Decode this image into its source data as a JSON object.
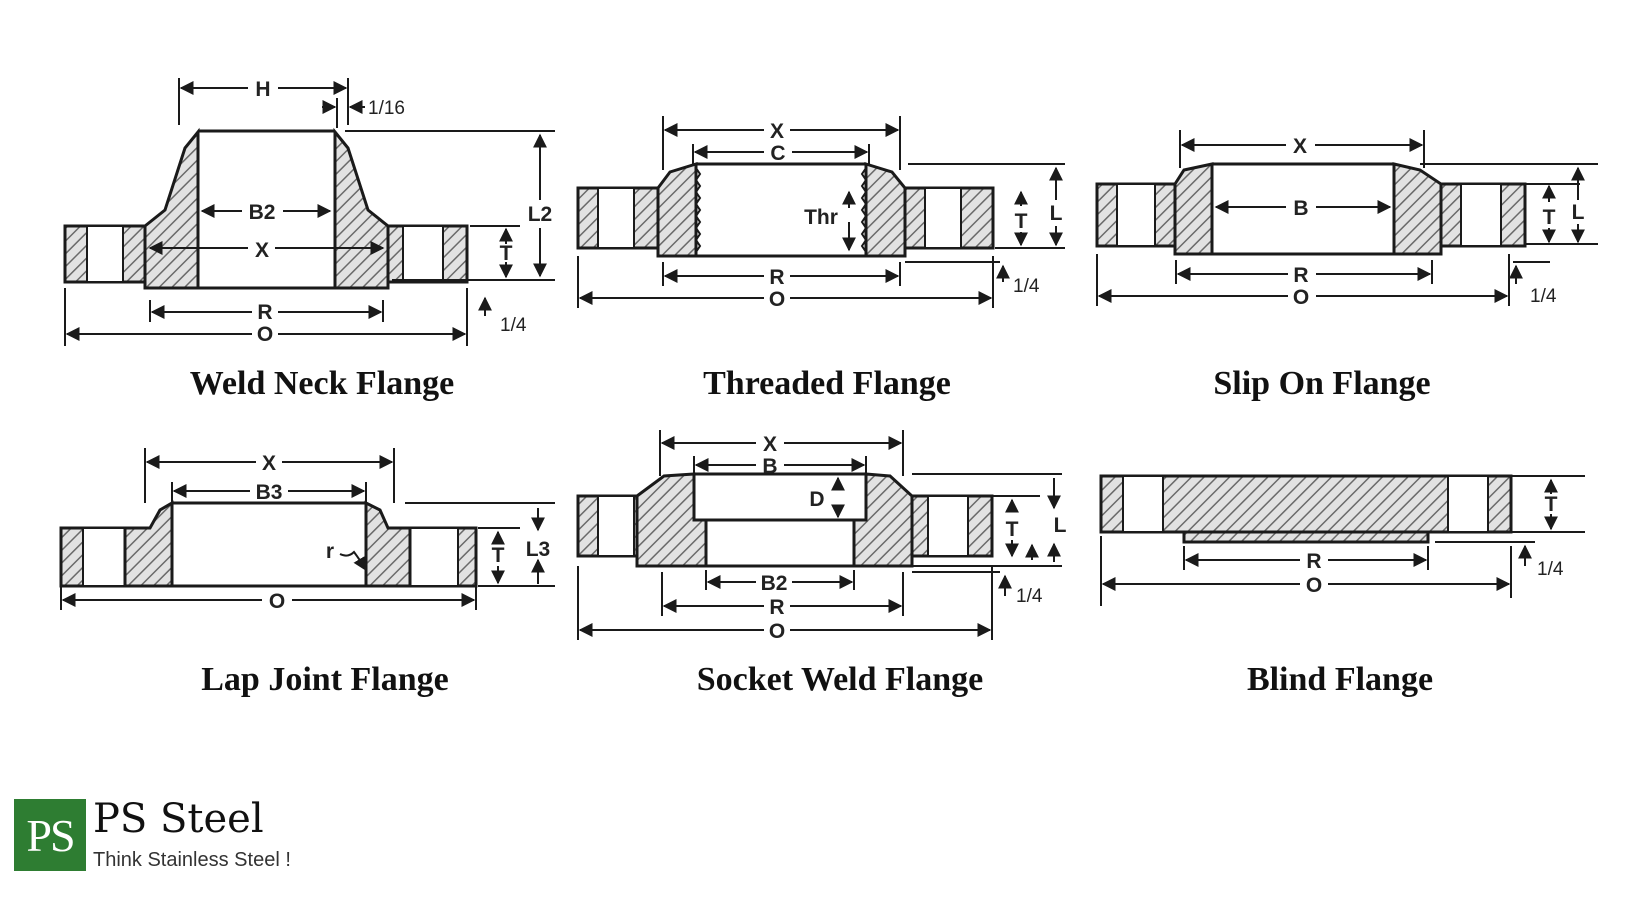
{
  "flanges": [
    {
      "caption": "Weld Neck Flange",
      "labels": {
        "h": "H",
        "gap": "1/16",
        "b2": "B2",
        "x": "X",
        "l2": "L2",
        "t": "T",
        "r": "R",
        "o": "O",
        "quarter": "1/4"
      }
    },
    {
      "caption": "Threaded Flange",
      "labels": {
        "x": "X",
        "c": "C",
        "thr": "Thr",
        "t": "T",
        "l": "L",
        "r": "R",
        "o": "O",
        "quarter": "1/4"
      }
    },
    {
      "caption": "Slip On Flange",
      "labels": {
        "x": "X",
        "b": "B",
        "t": "T",
        "l": "L",
        "r": "R",
        "o": "O",
        "quarter": "1/4"
      }
    },
    {
      "caption": "Lap Joint Flange",
      "labels": {
        "x": "X",
        "b3": "B3",
        "r": "r",
        "t": "T",
        "l3": "L3",
        "o": "O"
      }
    },
    {
      "caption": "Socket Weld Flange",
      "labels": {
        "x": "X",
        "b": "B",
        "d": "D",
        "t": "T",
        "l": "L",
        "b2": "B2",
        "r": "R",
        "o": "O",
        "quarter": "1/4"
      }
    },
    {
      "caption": "Blind Flange",
      "labels": {
        "t": "T",
        "r": "R",
        "o": "O",
        "quarter": "1/4"
      }
    }
  ],
  "logo": {
    "mark": "PS",
    "name": "PS Steel",
    "tagline": "Think Stainless Steel !",
    "color": "#2e7d32"
  }
}
